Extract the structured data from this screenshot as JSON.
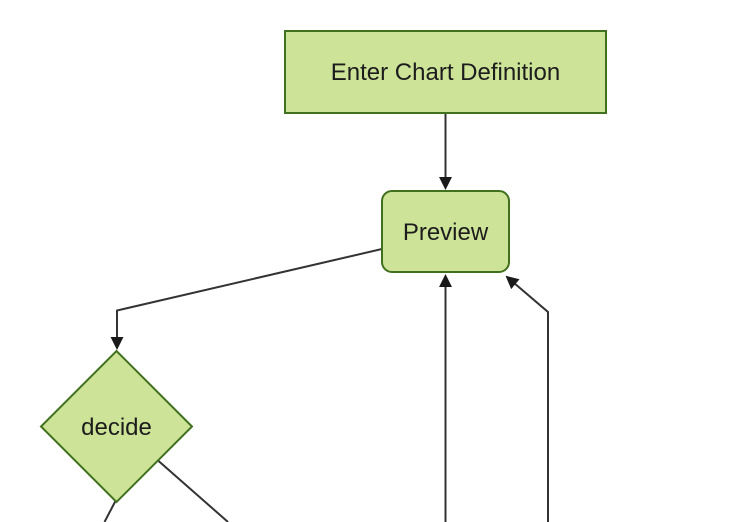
{
  "diagram": {
    "type": "flowchart",
    "background": "#ffffff",
    "colors": {
      "node_fill": "#cde498",
      "node_border": "#41701e",
      "edge_line": "#333333",
      "arrowhead": "#1a1a1a",
      "label_text": "#1c1c1c"
    },
    "nodes": [
      {
        "id": "enter-chart-definition",
        "label": "Enter Chart Definition",
        "shape": "rectangle"
      },
      {
        "id": "preview",
        "label": "Preview",
        "shape": "rounded-rectangle"
      },
      {
        "id": "decide",
        "label": "decide",
        "shape": "diamond"
      }
    ],
    "edges": [
      {
        "from": "enter-chart-definition",
        "to": "preview",
        "arrow": true
      },
      {
        "from": "preview",
        "to": "decide",
        "arrow": true
      },
      {
        "from": "offscreen-bottom",
        "to": "preview",
        "arrow": true
      },
      {
        "from": "offscreen-bottom-right",
        "to": "preview",
        "arrow": true
      },
      {
        "from": "decide",
        "to": "offscreen-bottom-left",
        "arrow": false
      },
      {
        "from": "decide",
        "to": "offscreen-bottom-right",
        "arrow": false
      }
    ]
  }
}
